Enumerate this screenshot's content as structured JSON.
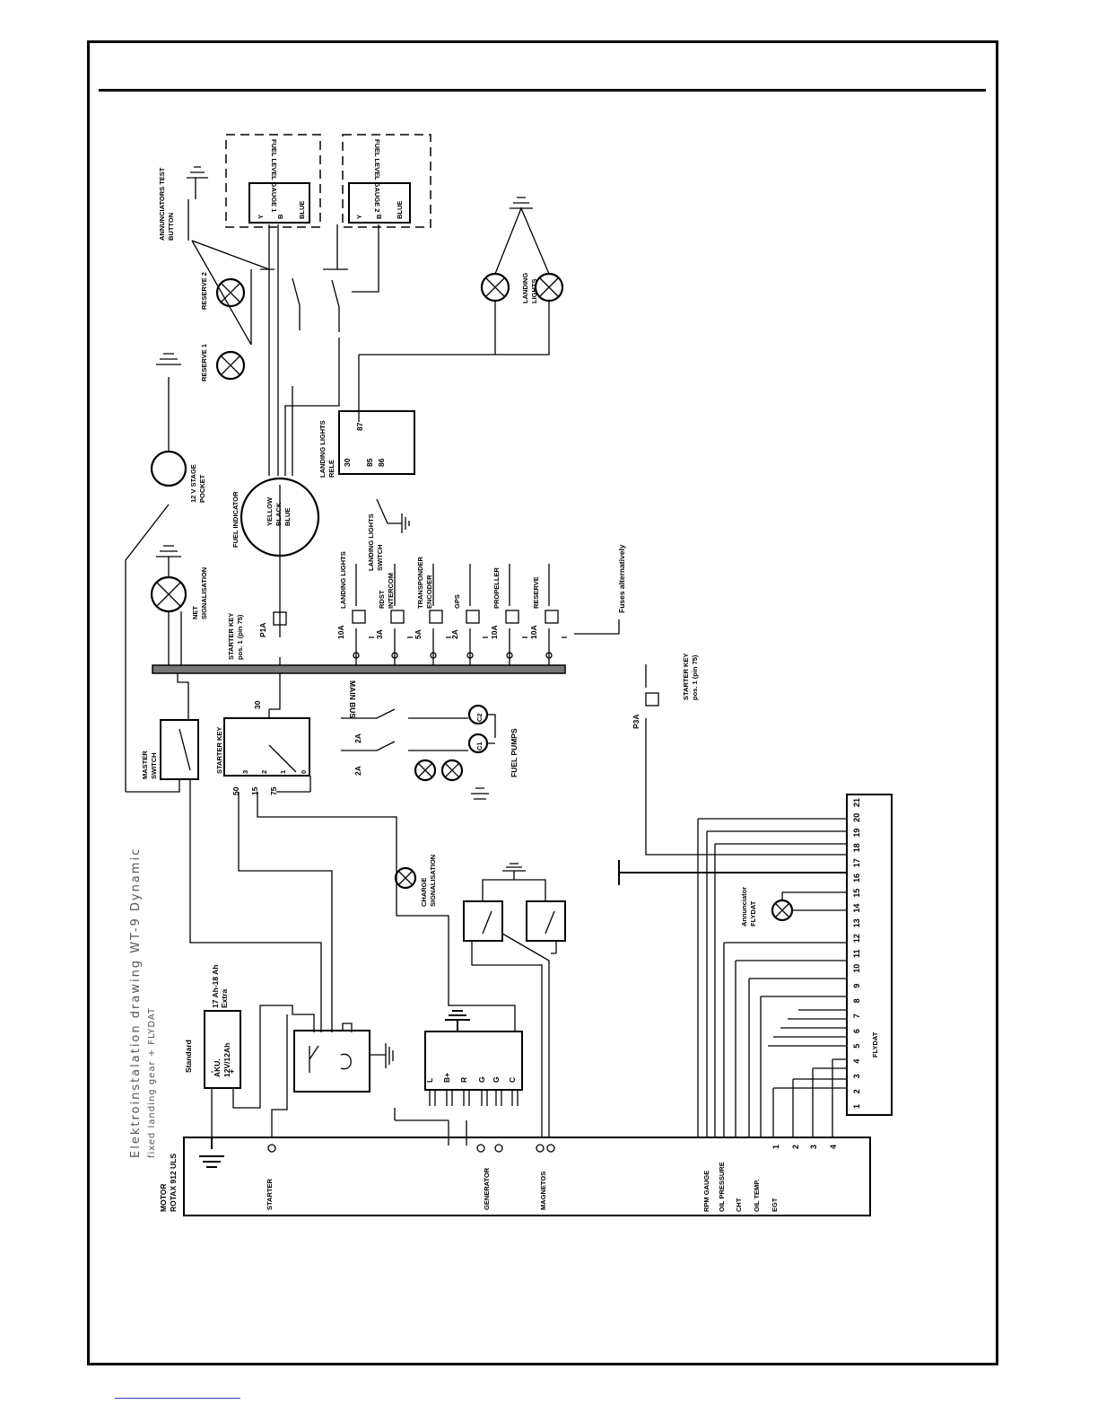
{
  "document": {
    "title_line1": "Elektroinstalation  drawing    WT-9 Dynamic",
    "title_line2": "fixed landing gear + FLYDAT"
  },
  "engine": {
    "label_line1": "MOTOR",
    "label_line2": "ROTAX  912 ULS"
  },
  "engine_terminals": [
    "STARTER",
    "GENERATOR",
    "MAGNETOS",
    "RPM GAUGE",
    "OIL PRESSURE",
    "CHT",
    "OIL TEMP.",
    "EGT"
  ],
  "egt_numbers": [
    "1",
    "2",
    "3",
    "4"
  ],
  "battery": {
    "standard_label": "Standard",
    "extra_label": "17 Ah-18 Ah\nExtra",
    "line1": "AKU.",
    "line2": "12V/12Ah",
    "minus": "-",
    "plus": "+"
  },
  "regulator_terminals": [
    "L",
    "B+",
    "R",
    "G",
    "G",
    "C"
  ],
  "components": {
    "master_switch": "MASTER\nSWITCH",
    "starter_key": "STARTER KEY",
    "starter_key_positions": [
      "3",
      "2",
      "1",
      "0"
    ],
    "starter_key_terminals": [
      "50",
      "15",
      "75",
      "30"
    ],
    "main_bus": "MAIN BUS",
    "net_signal": "NET\nSIGNALISATION",
    "power_pocket": "12 V STAGE\nPOCKET",
    "fuel_indicator": "FUEL INDICATOR",
    "fuel_indicator_wires": [
      "YELLOW",
      "BLACK",
      "BLUE"
    ],
    "reserve1": "RESERVE 1",
    "reserve2": "RESERVE 2",
    "annunciators": "ANNUNCIATORS TEST\nBUTTON",
    "fuel_gauge_1": "FUEL LEVEL GAUGE 1",
    "fuel_gauge_2": "FUEL LEVEL GAUGE 2",
    "gauge_pins": [
      "Y",
      "B",
      "BLUE"
    ],
    "landing_relay": "LANDING LIGHTS\nRELÉ",
    "relay_pins": [
      "30",
      "85",
      "86",
      "87"
    ],
    "landing_lights": "LANDING\nLIGHTS",
    "landing_switch": "LANDING LIGHTS\nSWITCH",
    "charge_signal": "CHARGE\nSIGNALISATION",
    "fuel_pumps": "FUEL PUMPS",
    "pump_labels": [
      "C2",
      "C1"
    ],
    "pump_fuses": [
      "2A",
      "2A"
    ],
    "starter_key_ref": "STARTER KEY\npos. 1 (pin 75)",
    "fuses_alt": "Fuses alternatively",
    "p1a": "P1A",
    "p3a": "P3A",
    "annunciator_flydat": "Annunciator\nFLYDAT",
    "flydat": "FLYDAT"
  },
  "fuses": [
    {
      "rating": "10A",
      "label": "LANDING LIGHTS"
    },
    {
      "rating": "3A",
      "label": "RDST\nINTERCOM"
    },
    {
      "rating": "5A",
      "label": "TRANSPONDER\nENCODER"
    },
    {
      "rating": "2A",
      "label": "GPS"
    },
    {
      "rating": "10A",
      "label": "PROPELLER"
    },
    {
      "rating": "10A",
      "label": "RESERVE"
    }
  ],
  "flydat_pins": [
    "1",
    "2",
    "3",
    "4",
    "5",
    "6",
    "7",
    "8",
    "9",
    "10",
    "11",
    "12",
    "13",
    "14",
    "15",
    "16",
    "17",
    "18",
    "19",
    "20",
    "21"
  ]
}
